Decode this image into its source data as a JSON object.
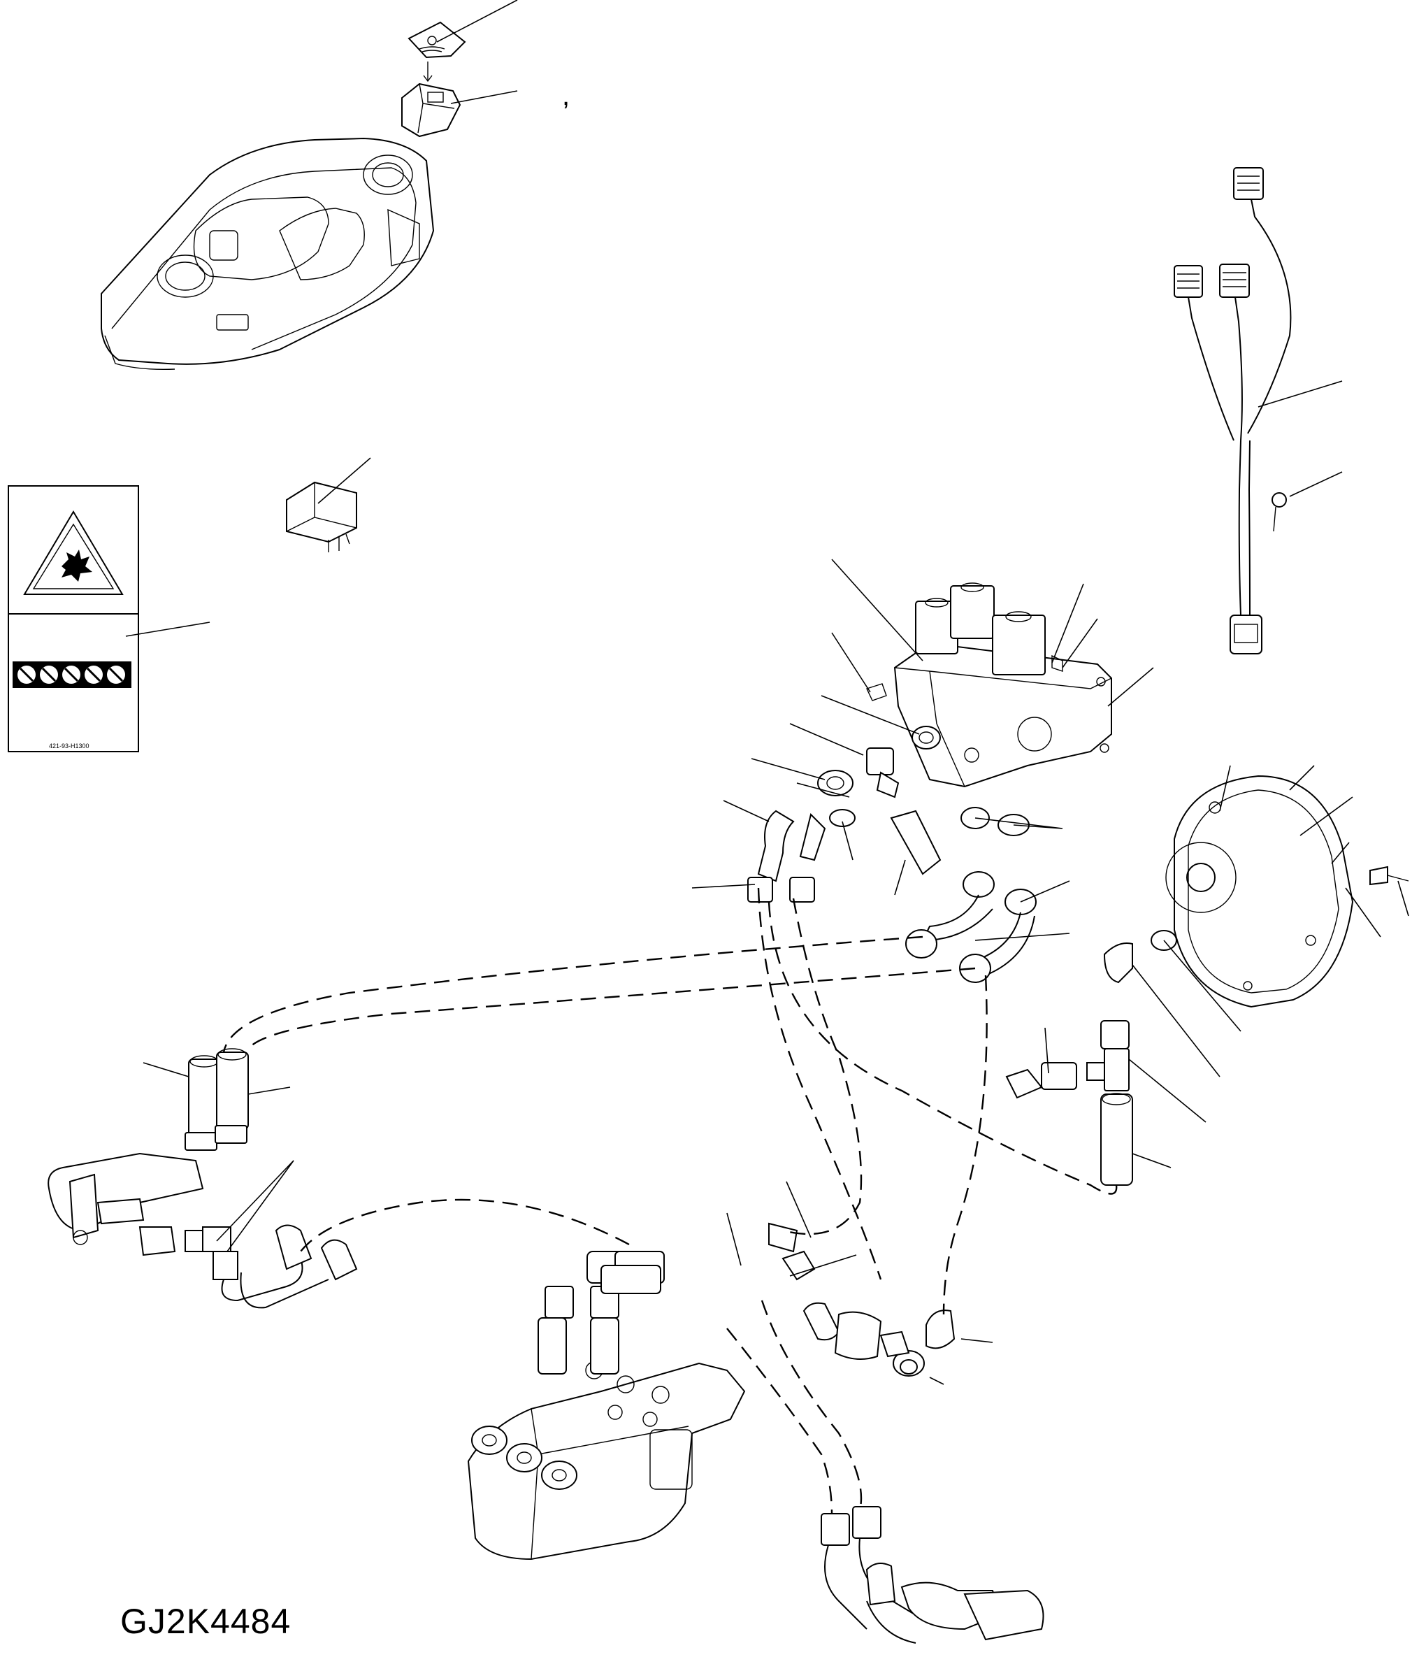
{
  "drawing": {
    "id_label": "GJ2K4484",
    "mark": ","
  },
  "warning_decal": {
    "code": "421-93-H1300"
  },
  "icons": {
    "explosion_warning": "explosion-warning-triangle",
    "prohibition_row": "prohibition-circles"
  }
}
